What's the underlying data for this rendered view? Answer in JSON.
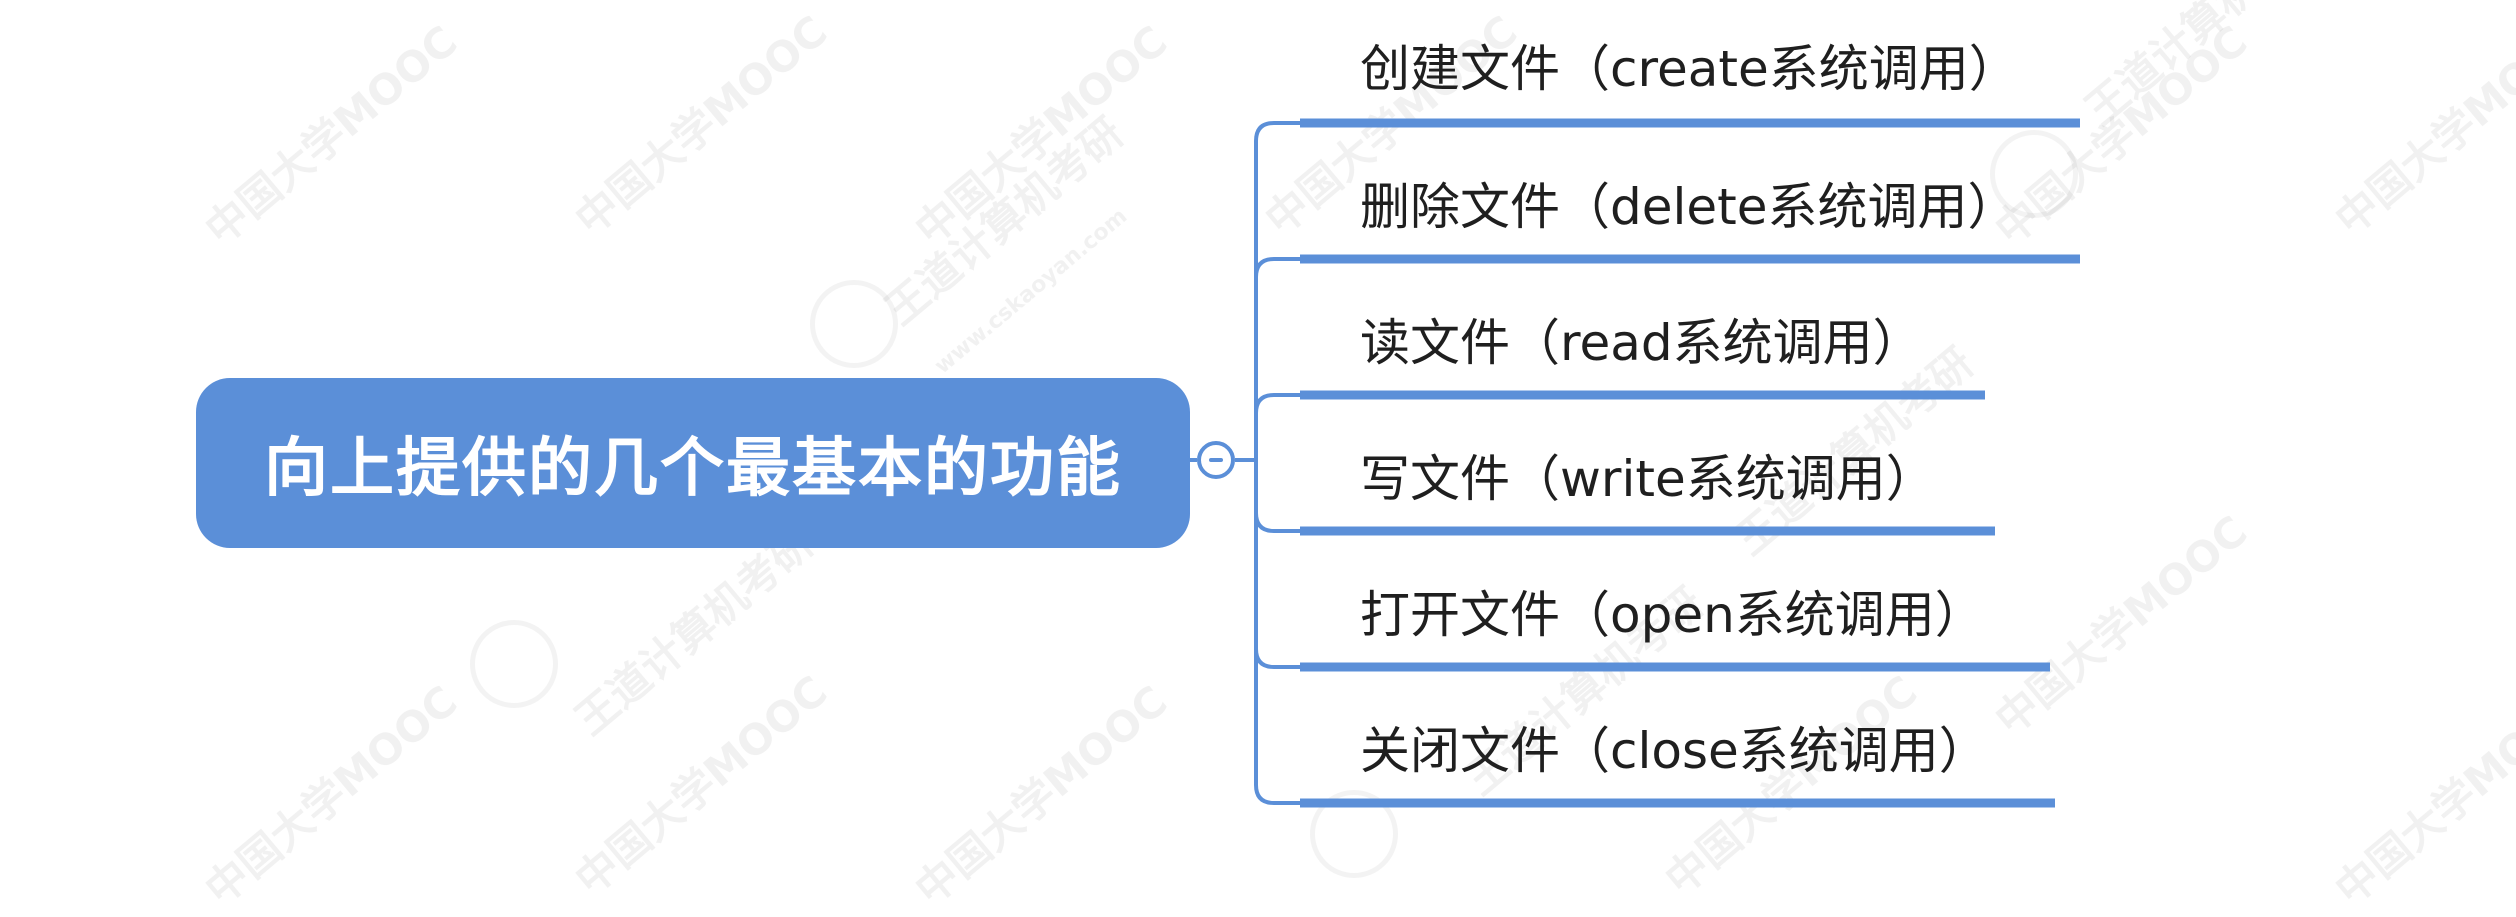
{
  "watermark": {
    "text_a": "中国大学MOOC",
    "text_b": "王道计算机考研",
    "text_c": "www.cskaoyan.com"
  },
  "mindmap": {
    "root": {
      "label": "向上提供的几个最基本的功能",
      "color": "#5b8fd8",
      "text_color": "#ffffff"
    },
    "collapse_icon": "minus-circle-icon",
    "line_color": "#5b8fd8",
    "branches": [
      {
        "label": "创建文件（create系统调用）"
      },
      {
        "label": "删除文件（delete系统调用）"
      },
      {
        "label": "读文件（read系统调用）"
      },
      {
        "label": "写文件（write系统调用）"
      },
      {
        "label": "打开文件（open系统调用）"
      },
      {
        "label": "关闭文件（close系统调用）"
      }
    ]
  }
}
